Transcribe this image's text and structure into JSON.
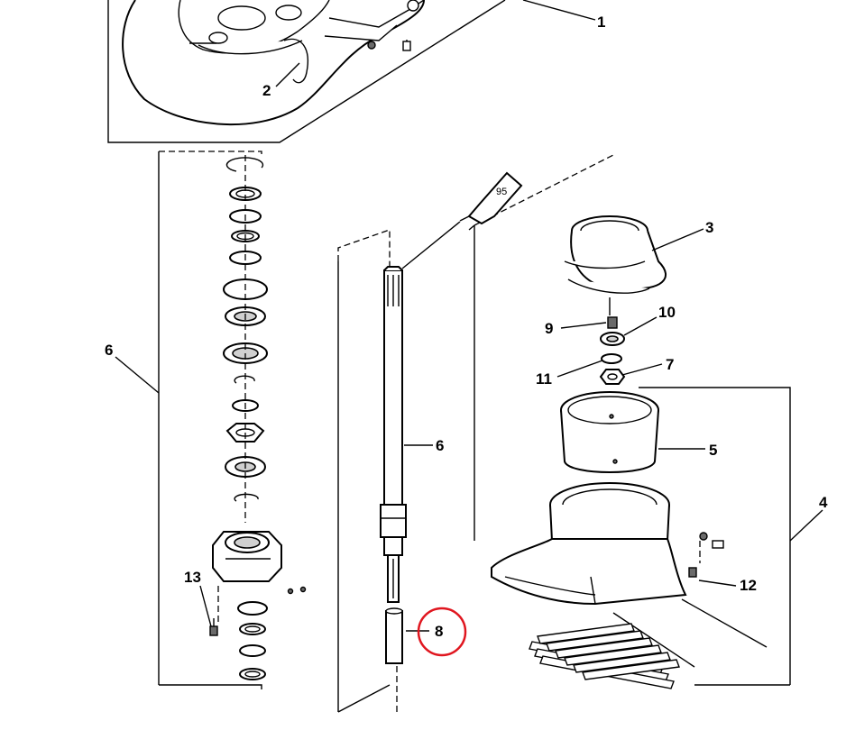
{
  "diagram": {
    "callouts": [
      {
        "id": "1",
        "text": "1"
      },
      {
        "id": "2",
        "text": "2"
      },
      {
        "id": "3",
        "text": "3"
      },
      {
        "id": "4",
        "text": "4"
      },
      {
        "id": "5",
        "text": "5"
      },
      {
        "id": "6a",
        "text": "6"
      },
      {
        "id": "6b",
        "text": "6"
      },
      {
        "id": "7",
        "text": "7"
      },
      {
        "id": "8",
        "text": "8"
      },
      {
        "id": "9",
        "text": "9"
      },
      {
        "id": "10",
        "text": "10"
      },
      {
        "id": "11",
        "text": "11"
      },
      {
        "id": "12",
        "text": "12"
      },
      {
        "id": "13",
        "text": "13"
      }
    ],
    "tube_label": "95",
    "highlight_color": "#e0161f",
    "highlighted_callout": "8"
  }
}
